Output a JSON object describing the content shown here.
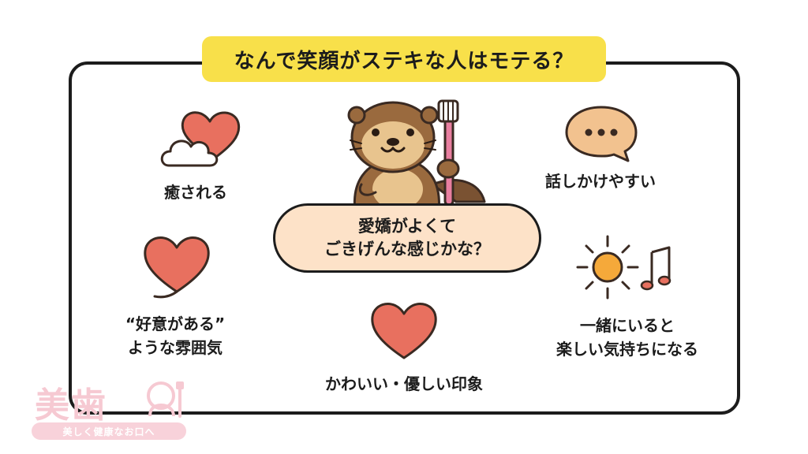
{
  "title": "なんで笑顔がステキな人はモテる？",
  "center_bubble": {
    "line1": "愛嬌がよくて",
    "line2": "ごきげんな感じかな？"
  },
  "items": [
    {
      "label": "癒される",
      "icon": "heart-cloud-icon"
    },
    {
      "label": "話しかけやすい",
      "icon": "speech-bubble-icon"
    },
    {
      "label_lines": [
        "“好意がある”",
        "ような雰囲気"
      ],
      "icon": "heart-icon"
    },
    {
      "label": "かわいい・優しい印象",
      "icon": "heart-icon"
    },
    {
      "label_lines": [
        "一緒にいると",
        "楽しい気持ちになる"
      ],
      "icon": "sun-music-icon"
    }
  ],
  "logo": {
    "main": "美歯",
    "tagline": "美しく健康なお口へ"
  },
  "colors": {
    "title_bg": "#f8e04a",
    "heart": "#e8705f",
    "bubble_bg": "#fde2c8",
    "speech_bubble": "#f2c28f",
    "sun": "#f5a93a",
    "toothbrush": "#e97fa0",
    "otter": "#9a6a3e",
    "logo": "#f6c9d2"
  }
}
